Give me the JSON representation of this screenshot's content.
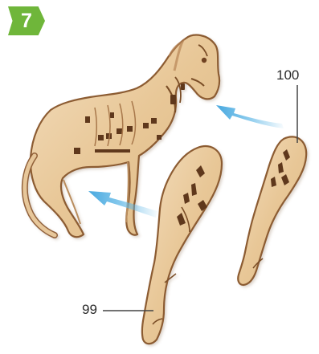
{
  "step": {
    "number": "7",
    "badge_color": "#6fb63a"
  },
  "part_labels": {
    "front_leg": "100",
    "rear_leg": "99"
  },
  "colors": {
    "wood": "#e7c79a",
    "wood_light": "#f1d9b5",
    "wood_edge": "#8c5b33",
    "arrow": "#5cb6e6",
    "leader": "#444444"
  },
  "icons": {
    "step_badge": "green-chevron-badge",
    "direction_arrows": "blue-gradient-arrow"
  }
}
